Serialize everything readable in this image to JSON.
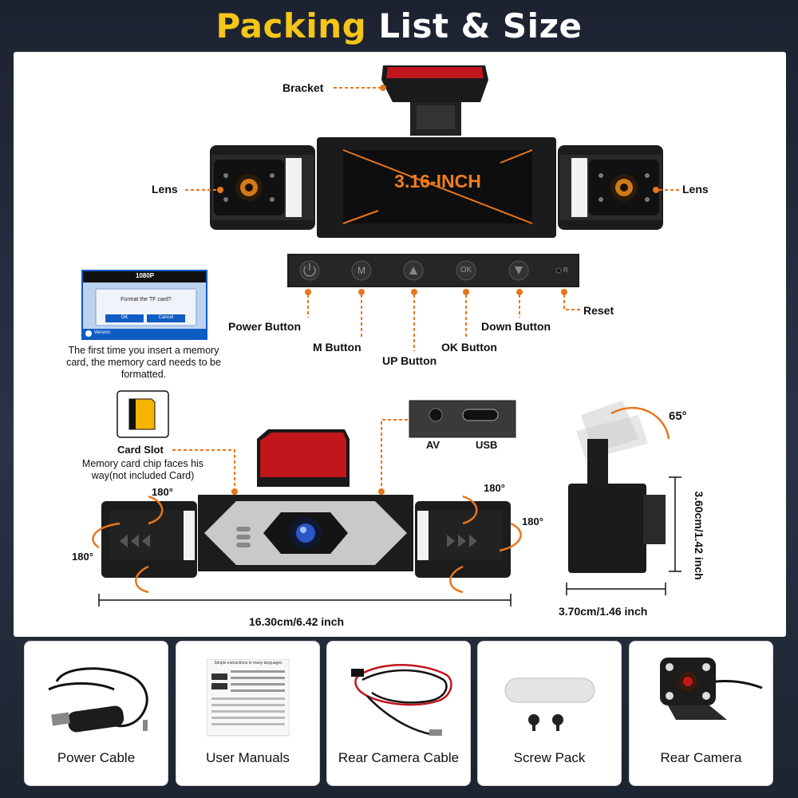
{
  "header": {
    "title_highlight": "Packing",
    "title_rest": "List & Size"
  },
  "front_view": {
    "bracket_label": "Bracket",
    "lens_left_label": "Lens",
    "lens_right_label": "Lens",
    "screen_text": "3.16-INCH"
  },
  "buttons": {
    "power": "Power Button",
    "m": "M Button",
    "up": "UP Button",
    "ok": "OK Button",
    "down": "Down Button",
    "reset": "Reset",
    "glyph_m": "M",
    "glyph_ok": "OK",
    "glyph_r": "R"
  },
  "screen_preview": {
    "resolution": "1080P",
    "dialog_text": "Format the TF card?",
    "ok": "OK",
    "cancel": "Cancel",
    "version": "Version",
    "caption": "The first time you insert a memory card, the memory card needs to be formatted."
  },
  "top_view": {
    "card_slot_label": "Card Slot",
    "card_slot_note": "Memory card chip faces his way(not included Card)",
    "port_av": "AV",
    "port_usb": "USB",
    "rot_top": "180°",
    "rot_left": "180°",
    "rot_right_top": "180°",
    "rot_right_side": "180°",
    "width_dim": "16.30cm/6.42 inch"
  },
  "side_view": {
    "angle": "65°",
    "height_dim": "3.60cm/1.42 inch",
    "depth_dim": "3.70cm/1.46 inch"
  },
  "accessories": [
    {
      "label": "Power Cable"
    },
    {
      "label": "User Manuals"
    },
    {
      "label": "Rear Camera Cable"
    },
    {
      "label": "Screw Pack"
    },
    {
      "label": "Rear Camera"
    }
  ],
  "manual_preview": {
    "heading": "Simple instructions in many languages"
  },
  "colors": {
    "accent": "#e8761b",
    "title_yellow": "#f5c518",
    "bracket_red": "#c0161c"
  }
}
